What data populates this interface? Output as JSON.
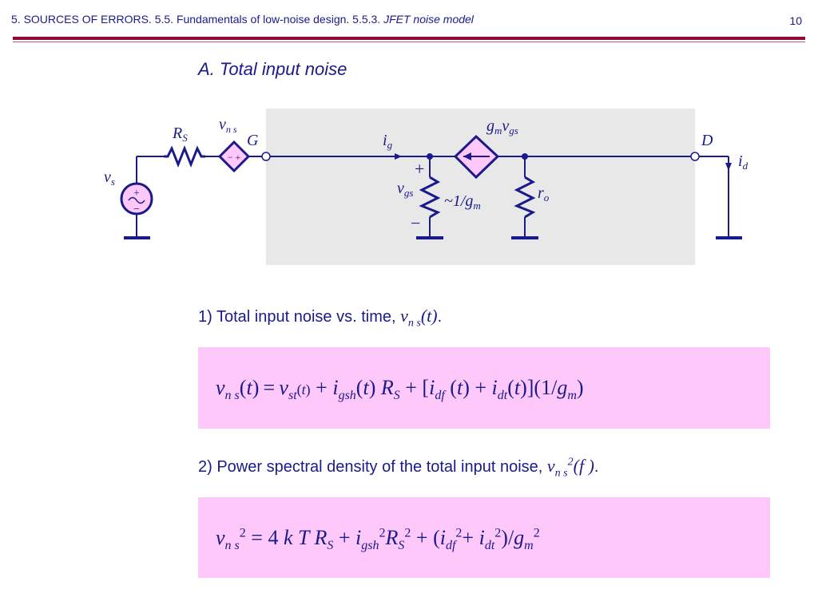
{
  "header": {
    "breadcrumb_prefix": "5. SOURCES OF ERRORS. 5.5. Fundamentals of low-noise design. 5.5.3. ",
    "breadcrumb_topic": "JFET noise model",
    "page_number": "10"
  },
  "section": {
    "heading": "A. Total input noise"
  },
  "circuit": {
    "labels": {
      "source_voltage": "v",
      "source_voltage_sub": "s",
      "source_resistor": "R",
      "source_resistor_sub": "S",
      "noise_source": "v",
      "noise_source_sub": "n s",
      "gate_node": "G",
      "drain_node": "D",
      "gate_current": "i",
      "gate_current_sub": "g",
      "gs_voltage": "v",
      "gs_voltage_sub": "gs",
      "input_resistance": "~1/g",
      "input_resistance_sub": "m",
      "output_resistance": "r",
      "output_resistance_sub": "o",
      "dependent_source": "g",
      "dependent_source_sub": "m",
      "dependent_source_var": "v",
      "dependent_source_var_sub": "gs",
      "drain_current": "i",
      "drain_current_sub": "d",
      "plus": "+",
      "minus": "−",
      "noise_polarity": "− +"
    },
    "colors": {
      "wire": "#1a1a8c",
      "source_fill": "#ffc8fa",
      "model_background": "#e8e8e8"
    }
  },
  "items": [
    {
      "label": "1) Total input noise vs. time, ",
      "math_var": "v",
      "math_sub": "n s",
      "math_suffix": "(t)",
      "end": "."
    },
    {
      "label": "2) Power spectral density of the total input noise, ",
      "math_var": "v",
      "math_sub": "n s",
      "math_sup": "2",
      "math_suffix": "(f )",
      "end": "."
    }
  ],
  "formulas": {
    "time_domain": "v_ns(t) = v_st(t) + i_gsh(t) R_S + [i_df(t) + i_dt(t)](1/g_m)",
    "psd": "v_ns^2 = 4 k T R_S + i_gsh^2 R_S^2 + (i_df^2 + i_dt^2)/g_m^2"
  },
  "colors": {
    "text": "#1a1a8c",
    "rule": "#8b0a3a",
    "formula_background": "#ffc8fa"
  }
}
